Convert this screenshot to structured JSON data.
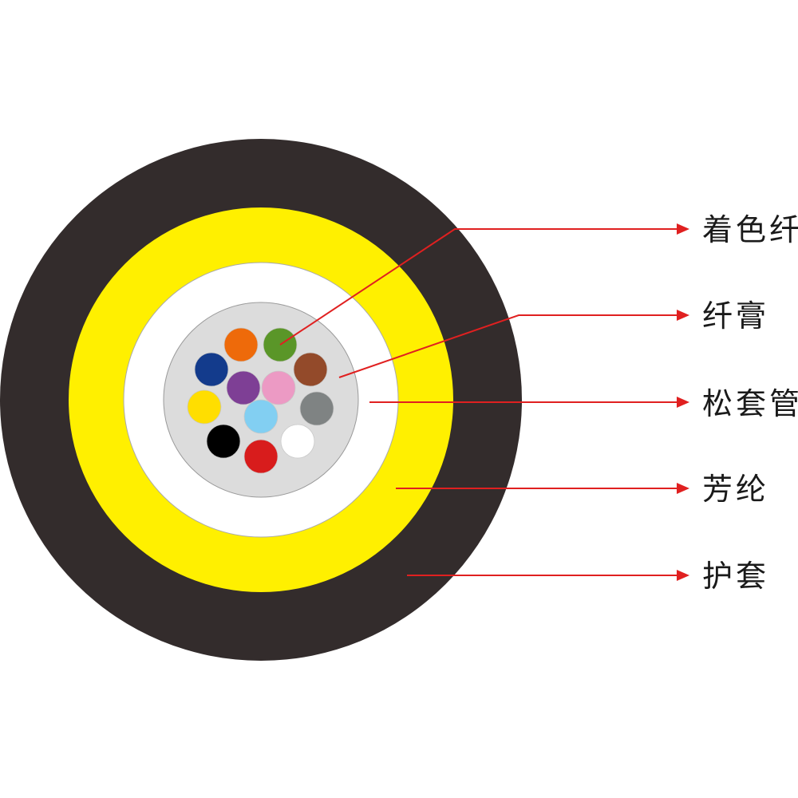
{
  "colors": {
    "jacket": "#332c2c",
    "aramid": "#fff000",
    "tube": "#ffffff",
    "tube_outline": "#aaaaaa",
    "gel": "#dcdcdc",
    "gel_outline": "#9a9a9a",
    "leader": "#e02020"
  },
  "fibers": [
    {
      "color": "#ee6a0a"
    },
    {
      "color": "#5a9628"
    },
    {
      "color": "#133b8c"
    },
    {
      "color": "#7e3f95"
    },
    {
      "color": "#ec9ac4"
    },
    {
      "color": "#934a2a"
    },
    {
      "color": "#ffde00"
    },
    {
      "color": "#82cff2"
    },
    {
      "color": "#7f8383"
    },
    {
      "color": "#000000"
    },
    {
      "color": "#d81c1c"
    },
    {
      "color": "#ffffff"
    }
  ],
  "labels": {
    "colored_fiber": "着色纤",
    "fiber_gel": "纤膏",
    "loose_tube": "松套管",
    "aramid": "芳纶",
    "jacket": "护套"
  }
}
